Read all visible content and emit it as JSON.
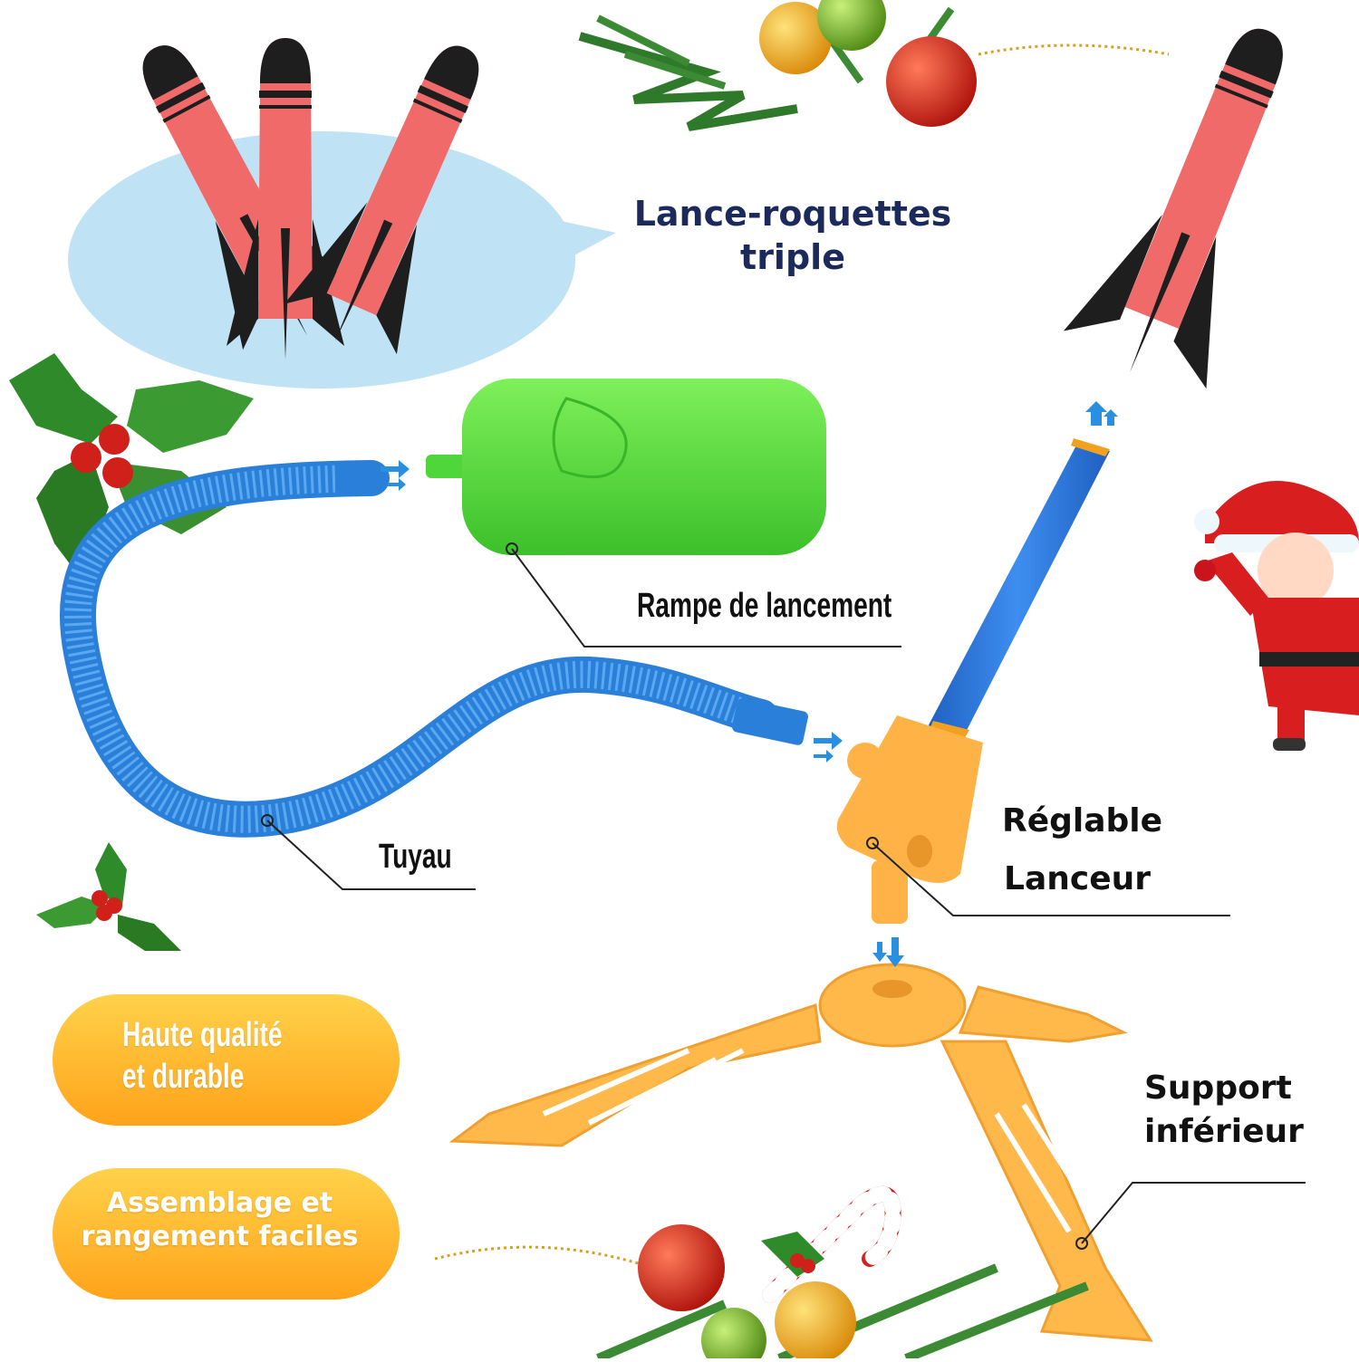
{
  "title": {
    "line1": "Lance-roquettes",
    "line2": "triple"
  },
  "labels": {
    "rampe": "Rampe de lancement",
    "tuyau": "Tuyau",
    "reglable": "Réglable",
    "lanceur": "Lanceur",
    "support_line1": "Support",
    "support_line2": "inférieur"
  },
  "features": {
    "feature1": "Haute qualité et durable",
    "feature2": "Assemblage et rangement faciles"
  },
  "colors": {
    "title_navy": "#1b2a5a",
    "pill_orange": "#ffb31a",
    "hose_blue": "#2a7fd8",
    "pad_green": "#4fd63a",
    "launcher_orange": "#ffb347",
    "rocket_red": "#f06a6a",
    "bubble_blue": "#bfe3f5"
  },
  "icons": [
    "holly-icon",
    "santa-icon",
    "ornament-icon",
    "candy-cane-icon",
    "pine-branch-icon",
    "flow-arrow-icon"
  ]
}
